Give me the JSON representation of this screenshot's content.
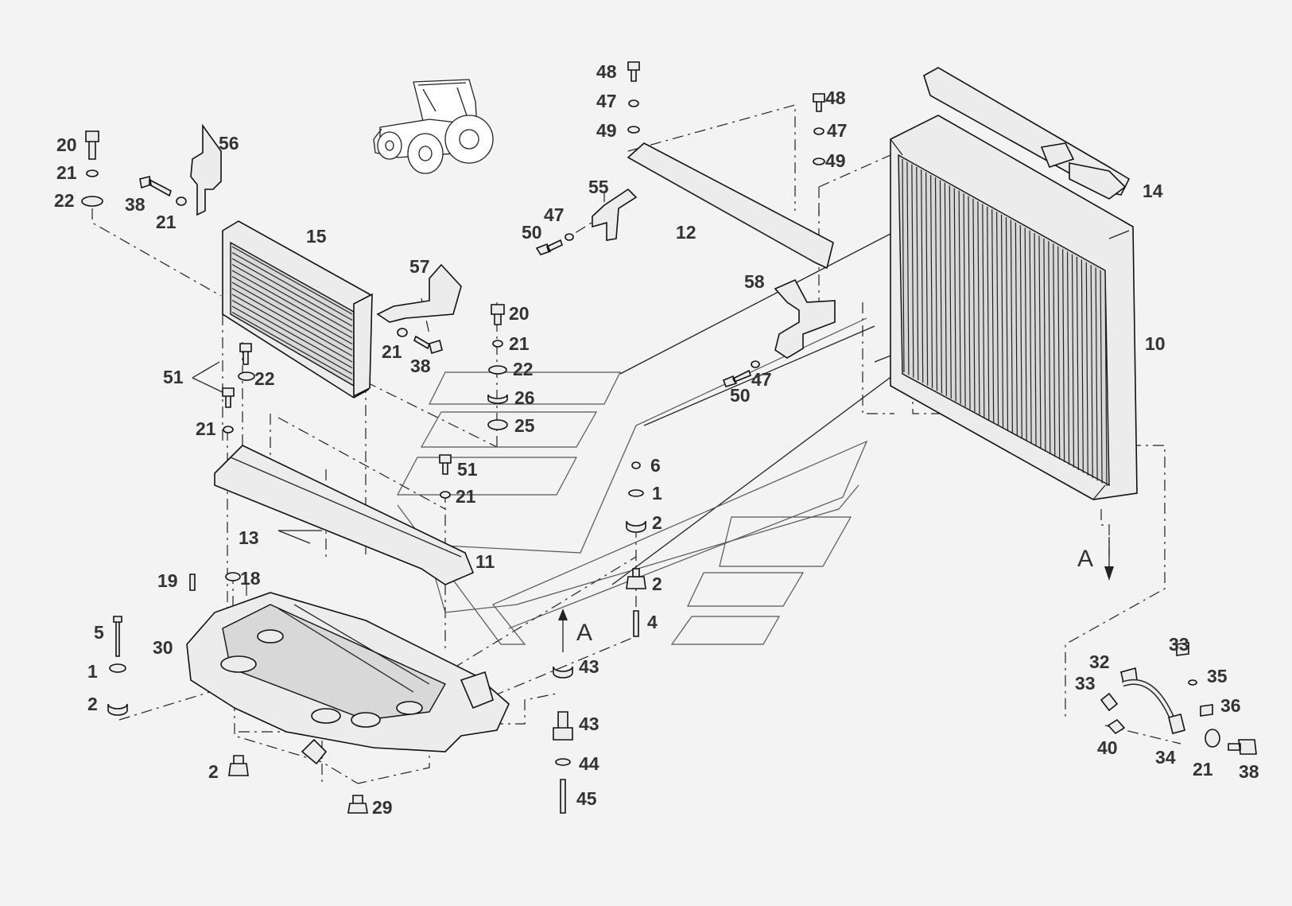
{
  "callouts": {
    "c1": "1",
    "c2": "2",
    "c4": "4",
    "c5": "5",
    "c6": "6",
    "c10": "10",
    "c11": "11",
    "c12": "12",
    "c13": "13",
    "c14": "14",
    "c15": "15",
    "c18": "18",
    "c19": "19",
    "c20": "20",
    "c21": "21",
    "c22": "22",
    "c25": "25",
    "c26": "26",
    "c29": "29",
    "c30": "30",
    "c32": "32",
    "c33": "33",
    "c34": "34",
    "c35": "35",
    "c36": "36",
    "c38": "38",
    "c40": "40",
    "c43": "43",
    "c44": "44",
    "c45": "45",
    "c47": "47",
    "c48": "48",
    "c49": "49",
    "c50": "50",
    "c51": "51",
    "c55": "55",
    "c56": "56",
    "c57": "57",
    "c58": "58"
  },
  "view_marker": "A",
  "colors": {
    "background": "#f3f3f3",
    "line": "#222222",
    "label": "#333333"
  },
  "icons": [
    "tractor-icon"
  ]
}
